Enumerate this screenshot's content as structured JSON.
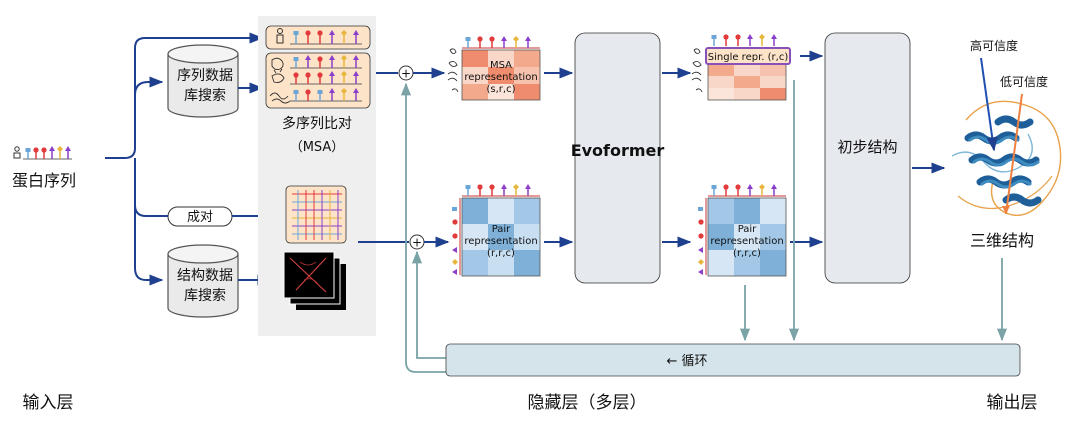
{
  "labels": {
    "protein_sequence": "蛋白序列",
    "seq_db_search_l1": "序列数据",
    "seq_db_search_l2": "库搜索",
    "struct_db_search_l1": "结构数据",
    "struct_db_search_l2": "库搜索",
    "pairing": "成对",
    "msa_l1": "多序列比对",
    "msa_l2": "（MSA）",
    "msa_repr_l1": "MSA",
    "msa_repr_l2": "representation",
    "msa_repr_l3": "(s,r,c)",
    "pair_repr_l1": "Pair",
    "pair_repr_l2": "representation",
    "pair_repr_l3": "(r,r,c)",
    "evoformer": "Evoformer",
    "single_repr": "Single repr. (r,c)",
    "pair_out_l1": "Pair",
    "pair_out_l2": "representation",
    "pair_out_l3": "(r,r,c)",
    "initial_structure": "初步结构",
    "high_confidence": "高可信度",
    "low_confidence": "低可信度",
    "structure_3d": "三维结构",
    "recycle": "← 循环",
    "plus": "+"
  },
  "layers": {
    "input": "输入层",
    "hidden": "隐藏层（多层）",
    "output": "输出层"
  },
  "colors": {
    "arrow": "#1f3f8f",
    "recycle_arrow": "#7aa3a8",
    "msa_panel": "#efefef",
    "msa_box": "#fde3c8",
    "msa_heat": "#f08c6e",
    "pair_heat": "#7fb0d8",
    "module_box": "#e6e9ee",
    "recycle_box": "#d4e4ea",
    "single_border": "#8b4fb8",
    "token_colors": [
      "#e23b3b",
      "#6aa6d8",
      "#e23b3b",
      "#8c3fc9",
      "#e8b63c",
      "#8c3fc9"
    ]
  }
}
